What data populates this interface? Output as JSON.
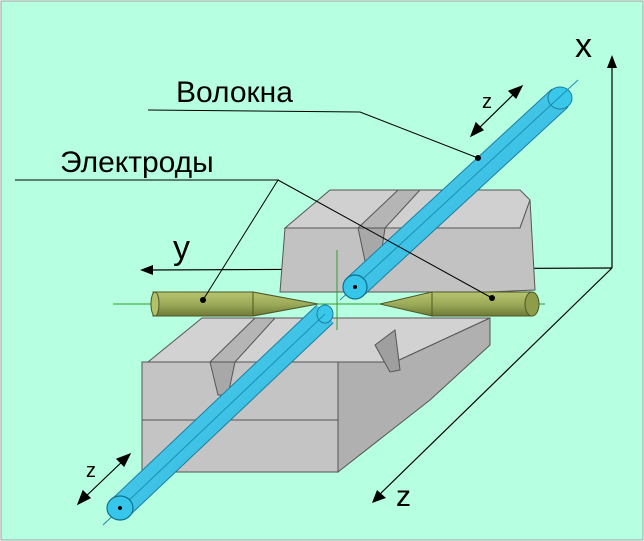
{
  "labels": {
    "fibers": "Волокна",
    "electrodes": "Электроды",
    "axis_x": "x",
    "axis_y": "y",
    "axis_z": "z",
    "z_small_top": "z",
    "z_small_bottom": "z"
  },
  "colors": {
    "background": "#b6ffe1",
    "frame": "#9aa6a0",
    "block_face": "#c4c4c4",
    "block_top": "#d0d0d0",
    "block_side": "#b2b2b2",
    "fiber": "#2bc0e6",
    "fiber_core": "#1a8fb4",
    "electrode": "#9cab5a",
    "electrode_dark": "#6e7a36",
    "guide_green": "#2e9e2e"
  }
}
